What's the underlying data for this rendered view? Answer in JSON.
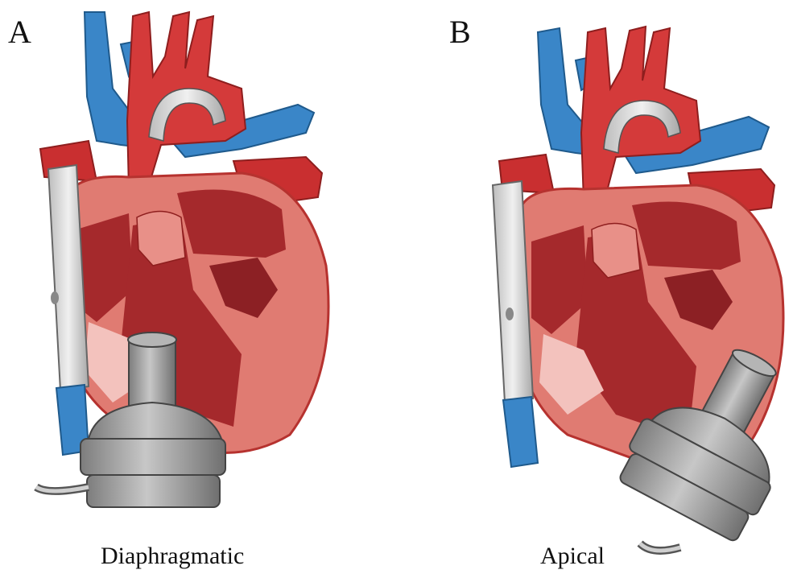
{
  "panels": [
    {
      "letter": "A",
      "caption": "Diaphragmatic"
    },
    {
      "letter": "B",
      "caption": "Apical"
    }
  ],
  "colors": {
    "vein": "#3a86c8",
    "artery": "#d43a3a",
    "myocardium": "#e07b72",
    "chamber": "#a5292c",
    "graft": "#d9d9d9",
    "device": "#9a9a9a"
  }
}
